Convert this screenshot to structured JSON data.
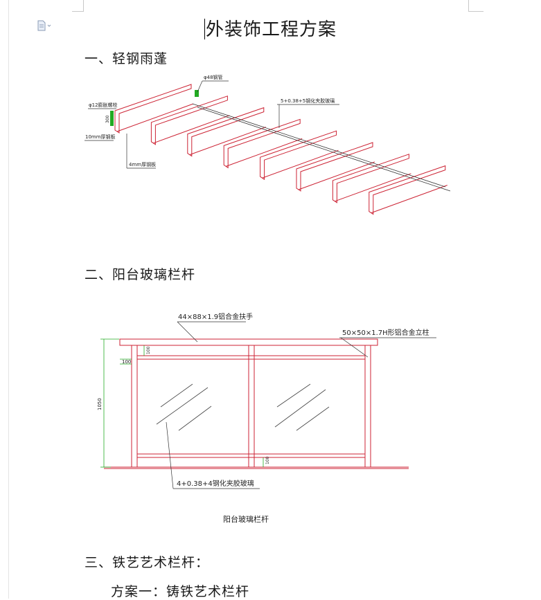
{
  "document": {
    "title": "外装饰工程方案",
    "sections": [
      {
        "heading": "一、轻钢雨蓬"
      },
      {
        "heading": "二、阳台玻璃栏杆"
      },
      {
        "heading": "三、铁艺艺术栏杆："
      }
    ],
    "subheading": "方案一：铸铁艺术栏杆"
  },
  "canopy_drawing": {
    "labels": {
      "pipe": "φ48钢管",
      "glass": "5+0.38+5钢化夹胶玻璃",
      "bolt": "φ12膨胀螺栓",
      "plate": "10mm厚钢板",
      "beam": "4mm厚钢板",
      "dim": "300"
    },
    "beam_count": 8
  },
  "railing_drawing": {
    "labels": {
      "handrail": "44×88×1.9铝合金扶手",
      "post": "50×50×1.7H形铝合金立柱",
      "glass": "4+0.38+4钢化夹胶玻璃",
      "height": "1050",
      "dim_top": "100",
      "dim_left": "100",
      "dim_bottom": "100"
    },
    "caption": "阳台玻璃栏杆"
  },
  "colors": {
    "drawing_red": "#cc2233",
    "dim_green": "#22aa22",
    "ink": "#1a1a1a"
  }
}
